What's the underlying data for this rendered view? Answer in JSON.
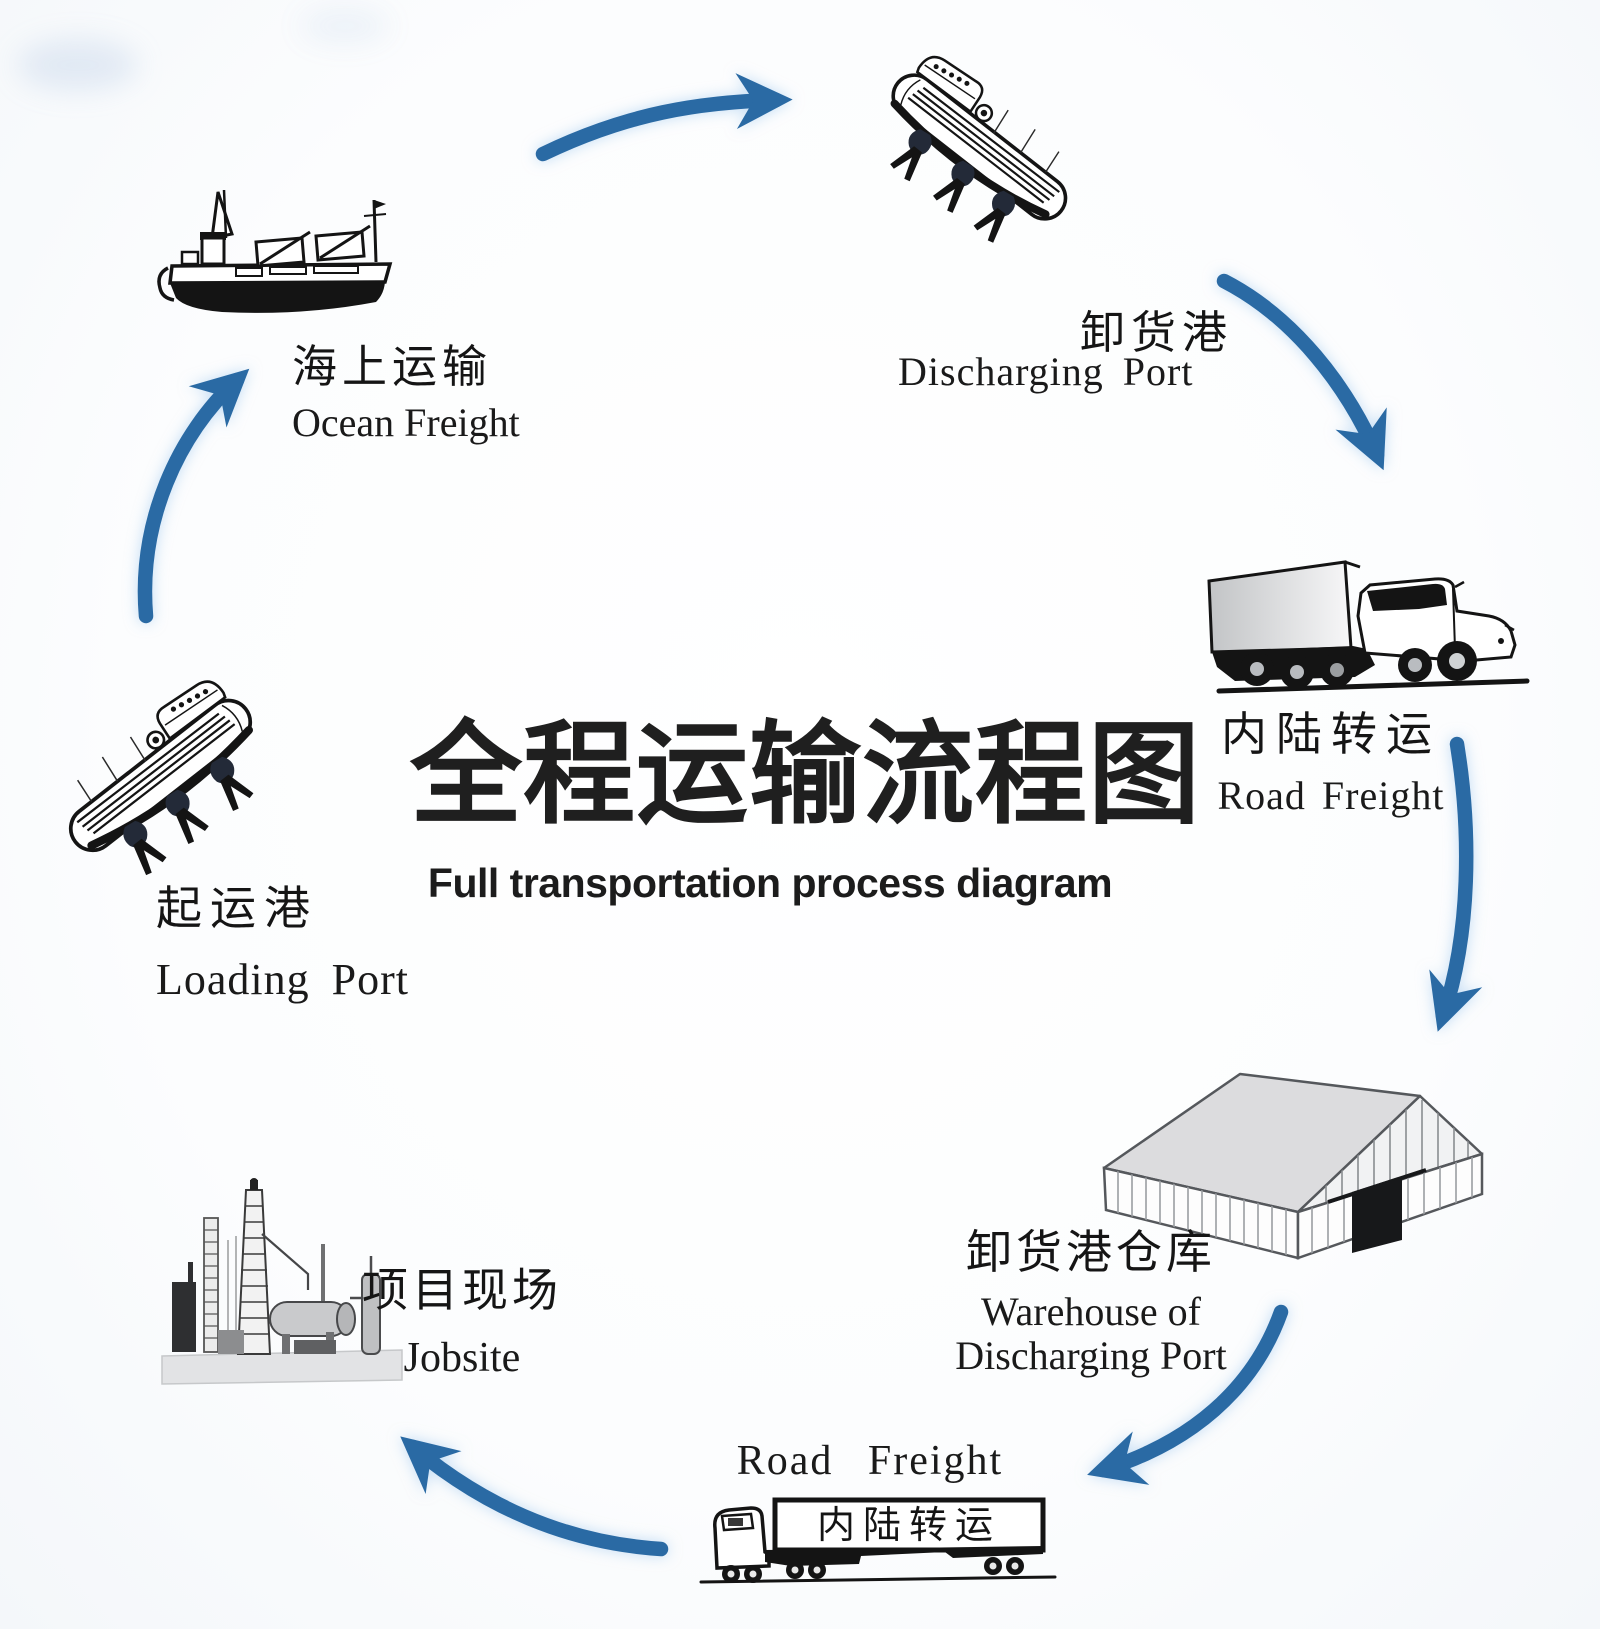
{
  "colors": {
    "arrow": "#2a6aa4",
    "ink": "#141414",
    "roof_gray": "#dcdcde",
    "ground_gray": "#e2e3e5",
    "background": "#fbfcfd"
  },
  "title": {
    "zh": "全程运输流程图",
    "en": "Full transportation process diagram"
  },
  "stations": {
    "ocean_freight": {
      "zh": "海上运输",
      "en": "Ocean Freight"
    },
    "discharging_port": {
      "zh": "卸货港",
      "en": "Discharging Port"
    },
    "road_freight": {
      "zh": "内陆转运",
      "en": "Road Freight"
    },
    "warehouse": {
      "zh": "卸货港仓库",
      "en_line1": "Warehouse of",
      "en_line2": "Discharging Port"
    },
    "road_freight_2": {
      "en": "Road Freight",
      "trailer_text": "内陆转运"
    },
    "jobsite": {
      "zh": "项目现场",
      "en": "Jobsite"
    },
    "loading_port": {
      "zh": "起运港",
      "en": "Loading Port"
    }
  },
  "arrows": [
    "ocean-freight-to-discharging-port",
    "discharging-port-to-road-freight",
    "road-freight-to-warehouse",
    "warehouse-to-road-freight-2",
    "road-freight-2-to-jobsite",
    "loading-port-to-ocean-freight"
  ]
}
